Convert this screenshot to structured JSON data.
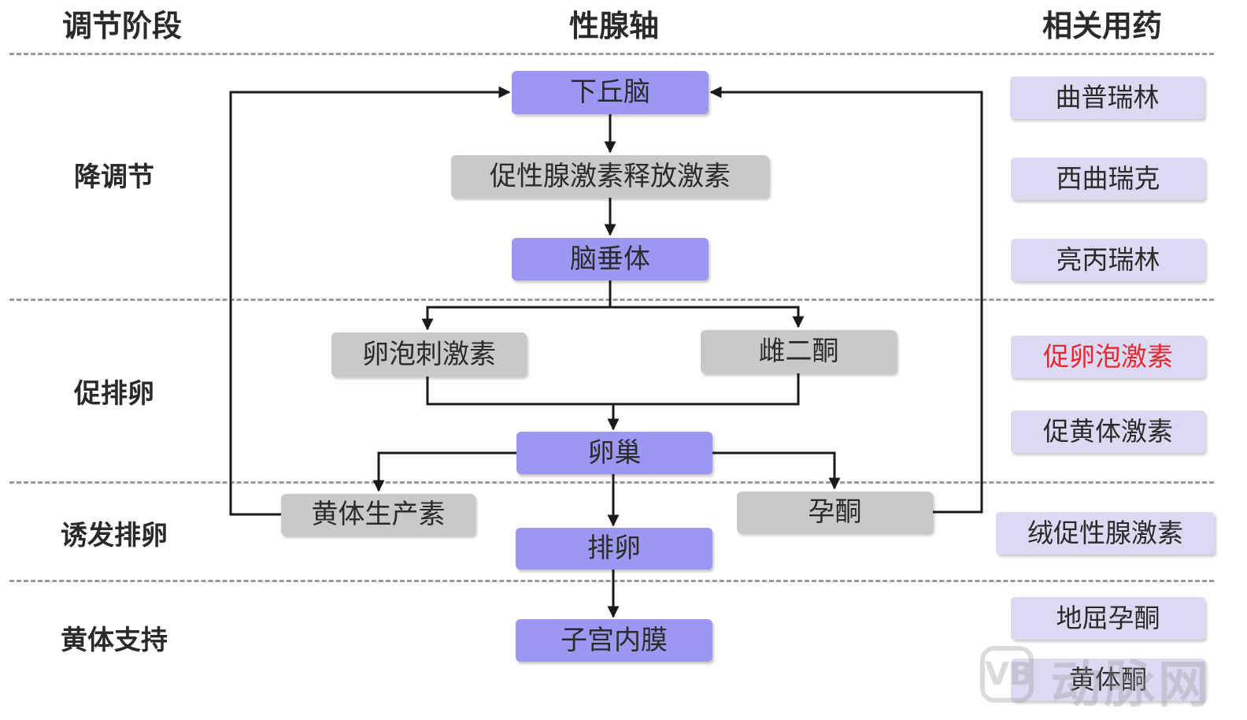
{
  "headers": {
    "stage": "调节阶段",
    "axis": "性腺轴",
    "drugs": "相关用药"
  },
  "stages": [
    {
      "label": "降调节"
    },
    {
      "label": "促排卵"
    },
    {
      "label": "诱发排卵"
    },
    {
      "label": "黄体支持"
    }
  ],
  "nodes": {
    "hypothalamus": "下丘脑",
    "gnrh": "促性腺激素释放激素",
    "pituitary": "脑垂体",
    "fsh": "卵泡刺激素",
    "estradiol": "雌二酮",
    "ovary": "卵巢",
    "luteal_hormone": "黄体生产素",
    "progesterone": "孕酮",
    "ovulation": "排卵",
    "endometrium": "子宫内膜"
  },
  "drugs": [
    {
      "label": "曲普瑞林",
      "highlight": false
    },
    {
      "label": "西曲瑞克",
      "highlight": false
    },
    {
      "label": "亮丙瑞林",
      "highlight": false
    },
    {
      "label": "促卵泡激素",
      "highlight": true
    },
    {
      "label": "促黄体激素",
      "highlight": false
    },
    {
      "label": "绒促性腺激素",
      "highlight": false
    },
    {
      "label": "地屈孕酮",
      "highlight": false
    },
    {
      "label": "黄体酮",
      "highlight": false
    }
  ],
  "colors": {
    "core_box": "#9c98f1",
    "hormone_box": "#c9c9c9",
    "drug_box": "#dcdaf2",
    "highlight_text": "#e8272e"
  },
  "watermark": {
    "logo": "VB",
    "text": "动脉网"
  }
}
